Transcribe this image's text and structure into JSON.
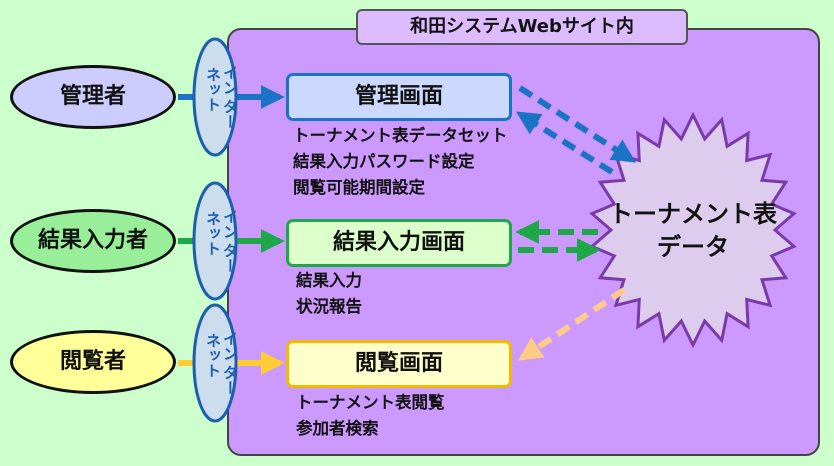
{
  "title": "和田システムWebサイト内",
  "network_label_col1": "イン",
  "network_label_col2": "ネット",
  "network_label_col3": "ター",
  "actors": [
    {
      "label": "管理者",
      "color": "#ccccff"
    },
    {
      "label": "結果入力者",
      "color": "#99ee99"
    },
    {
      "label": "閲覧者",
      "color": "#ffff99"
    }
  ],
  "screens": [
    {
      "label": "管理画面",
      "fill": "#ccd9ff",
      "border": "#1a73c4",
      "features": [
        "トーナメント表データセット",
        "結果入力パスワード設定",
        "閲覧可能期間設定"
      ]
    },
    {
      "label": "結果入力画面",
      "fill": "#ddffcc",
      "border": "#1ea84a",
      "features": [
        "結果入力",
        "状況報告"
      ]
    },
    {
      "label": "閲覧画面",
      "fill": "#ffffcc",
      "border": "#f5b800",
      "features": [
        "トーナメント表閲覧",
        "参加者検索"
      ]
    }
  ],
  "data_store": {
    "line1": "トーナメント表",
    "line2": "データ"
  },
  "colors": {
    "admin_arrow": "#1a73c4",
    "input_arrow": "#1ea84a",
    "view_arrow": "#ffcc33",
    "view_dashed": "#ffcc88",
    "network_fill": "#ccddee",
    "network_border": "#1b5fae",
    "burst_fill": "#ddccee",
    "burst_border": "#7a3aa8"
  }
}
